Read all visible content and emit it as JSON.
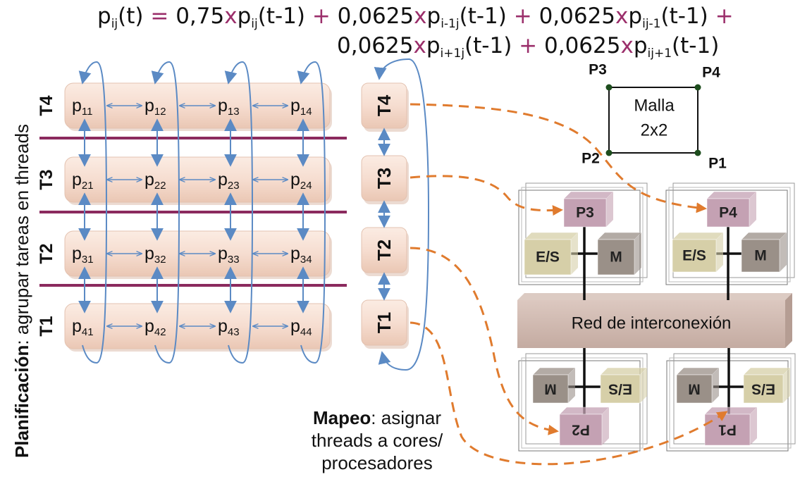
{
  "formula": {
    "line1": [
      {
        "t": "p",
        "s": "ij"
      },
      {
        "t": "(t) "
      },
      {
        "o": "= "
      },
      {
        "t": "0,75"
      },
      {
        "o": "x"
      },
      {
        "t": "p",
        "s": "ij"
      },
      {
        "t": "(t-1) "
      },
      {
        "o": "+ "
      },
      {
        "t": "0,0625"
      },
      {
        "o": "x"
      },
      {
        "t": "p",
        "s": "i-1j"
      },
      {
        "t": "(t-1) "
      },
      {
        "o": "+ "
      },
      {
        "t": "0,0625"
      },
      {
        "o": "x"
      },
      {
        "t": "p",
        "s": "ij-1"
      },
      {
        "t": "(t-1) "
      },
      {
        "o": "+"
      }
    ],
    "line2": [
      {
        "t": "0,0625"
      },
      {
        "o": "x"
      },
      {
        "t": "p",
        "s": "i+1j"
      },
      {
        "t": "(t-1) "
      },
      {
        "o": "+ "
      },
      {
        "t": "0,0625"
      },
      {
        "o": "x"
      },
      {
        "t": "p",
        "s": "ij+1"
      },
      {
        "t": "(t-1)"
      }
    ]
  },
  "planificacion": {
    "bold": "Planificación",
    "rest": ": agrupar tareas en threads"
  },
  "rows": [
    {
      "label": "T4",
      "cells": [
        {
          "base": "p",
          "sub": "11"
        },
        {
          "base": "p",
          "sub": "12"
        },
        {
          "base": "p",
          "sub": "13"
        },
        {
          "base": "p",
          "sub": "14"
        }
      ]
    },
    {
      "label": "T3",
      "cells": [
        {
          "base": "p",
          "sub": "21"
        },
        {
          "base": "p",
          "sub": "22"
        },
        {
          "base": "p",
          "sub": "23"
        },
        {
          "base": "p",
          "sub": "24"
        }
      ]
    },
    {
      "label": "T2",
      "cells": [
        {
          "base": "p",
          "sub": "31"
        },
        {
          "base": "p",
          "sub": "32"
        },
        {
          "base": "p",
          "sub": "33"
        },
        {
          "base": "p",
          "sub": "34"
        }
      ]
    },
    {
      "label": "T1",
      "cells": [
        {
          "base": "p",
          "sub": "41"
        },
        {
          "base": "p",
          "sub": "42"
        },
        {
          "base": "p",
          "sub": "43"
        },
        {
          "base": "p",
          "sub": "44"
        }
      ]
    }
  ],
  "threads": [
    "T4",
    "T3",
    "T2",
    "T1"
  ],
  "mesh": {
    "label_line1": "Malla",
    "label_line2": "2x2",
    "nodes": [
      "P3",
      "P4",
      "P2",
      "P1"
    ]
  },
  "processors": [
    "P3",
    "P4",
    "P2",
    "P1"
  ],
  "io_label": "E/S",
  "mem_label": "M",
  "network_label": "Red de interconexión",
  "mapeo": {
    "bold": "Mapeo",
    "rest": ": asignar",
    "line2": "threads a cores/",
    "line3": "procesadores"
  },
  "colors": {
    "task_fill": "#f6ddd0",
    "operator": "#9b2f6b",
    "divider": "#8b2a5e",
    "blue_arrow": "#5b8ac4",
    "orange_arrow": "#e07b2e",
    "proc_fill": "#c4a1b3",
    "io_fill": "#d6cfa8",
    "mem_fill": "#9a9088",
    "network_fill": "#cfb7ae"
  }
}
